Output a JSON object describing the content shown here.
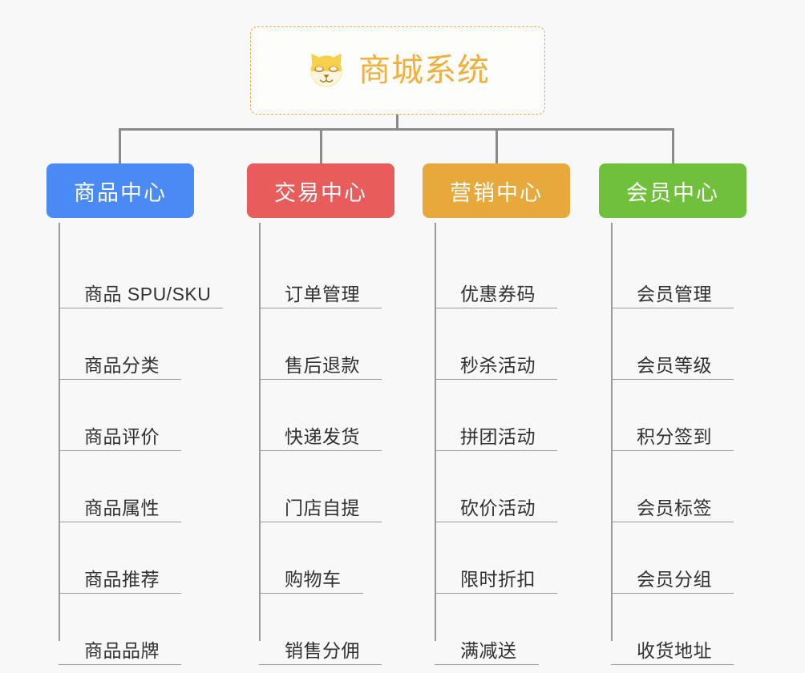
{
  "diagram": {
    "type": "org-chart",
    "background_color": "#f8f8f8",
    "root": {
      "title": "商城系统",
      "icon": "shiba-dog-face-icon",
      "text_color": "#f0b03f",
      "border_color": "#e8ab4a",
      "border_style": "dashed",
      "background_color": "#fdfdfb"
    },
    "connector_color": "#8a8a8a",
    "branches": [
      {
        "id": "product-center",
        "label": "商品中心",
        "color": "#4a8af4",
        "label_color": "#ffffff",
        "items": [
          "商品 SPU/SKU",
          "商品分类",
          "商品评价",
          "商品属性",
          "商品推荐",
          "商品品牌"
        ]
      },
      {
        "id": "trade-center",
        "label": "交易中心",
        "color": "#e85c5c",
        "label_color": "#ffffff",
        "items": [
          "订单管理",
          "售后退款",
          "快递发货",
          "门店自提",
          "购物车",
          "销售分佣"
        ]
      },
      {
        "id": "marketing-center",
        "label": "营销中心",
        "color": "#e8a93c",
        "label_color": "#ffffff",
        "items": [
          "优惠券码",
          "秒杀活动",
          "拼团活动",
          "砍价活动",
          "限时折扣",
          "满减送"
        ]
      },
      {
        "id": "member-center",
        "label": "会员中心",
        "color": "#70c03c",
        "label_color": "#ffffff",
        "items": [
          "会员管理",
          "会员等级",
          "积分签到",
          "会员标签",
          "会员分组",
          "收货地址"
        ]
      }
    ]
  }
}
